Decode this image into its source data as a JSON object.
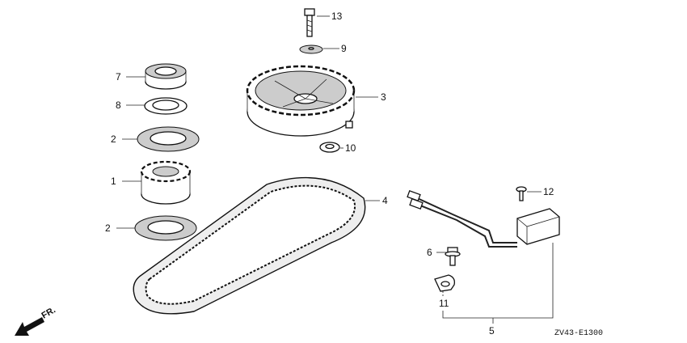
{
  "diagram": {
    "code": "ZV43-E1300",
    "direction_label": "FR.",
    "callouts": {
      "bolt_top": "13",
      "washer_top": "9",
      "nut": "7",
      "washer_left": "8",
      "camshaft_pulley": "3",
      "guide_plate_upper": "2",
      "washer_small": "10",
      "crankshaft_pulley": "1",
      "timing_belt": "4",
      "screw": "12",
      "guide_plate_lower": "2",
      "bolt_flange": "6",
      "clamp": "11",
      "pulser_coil_assembly": "5"
    }
  }
}
